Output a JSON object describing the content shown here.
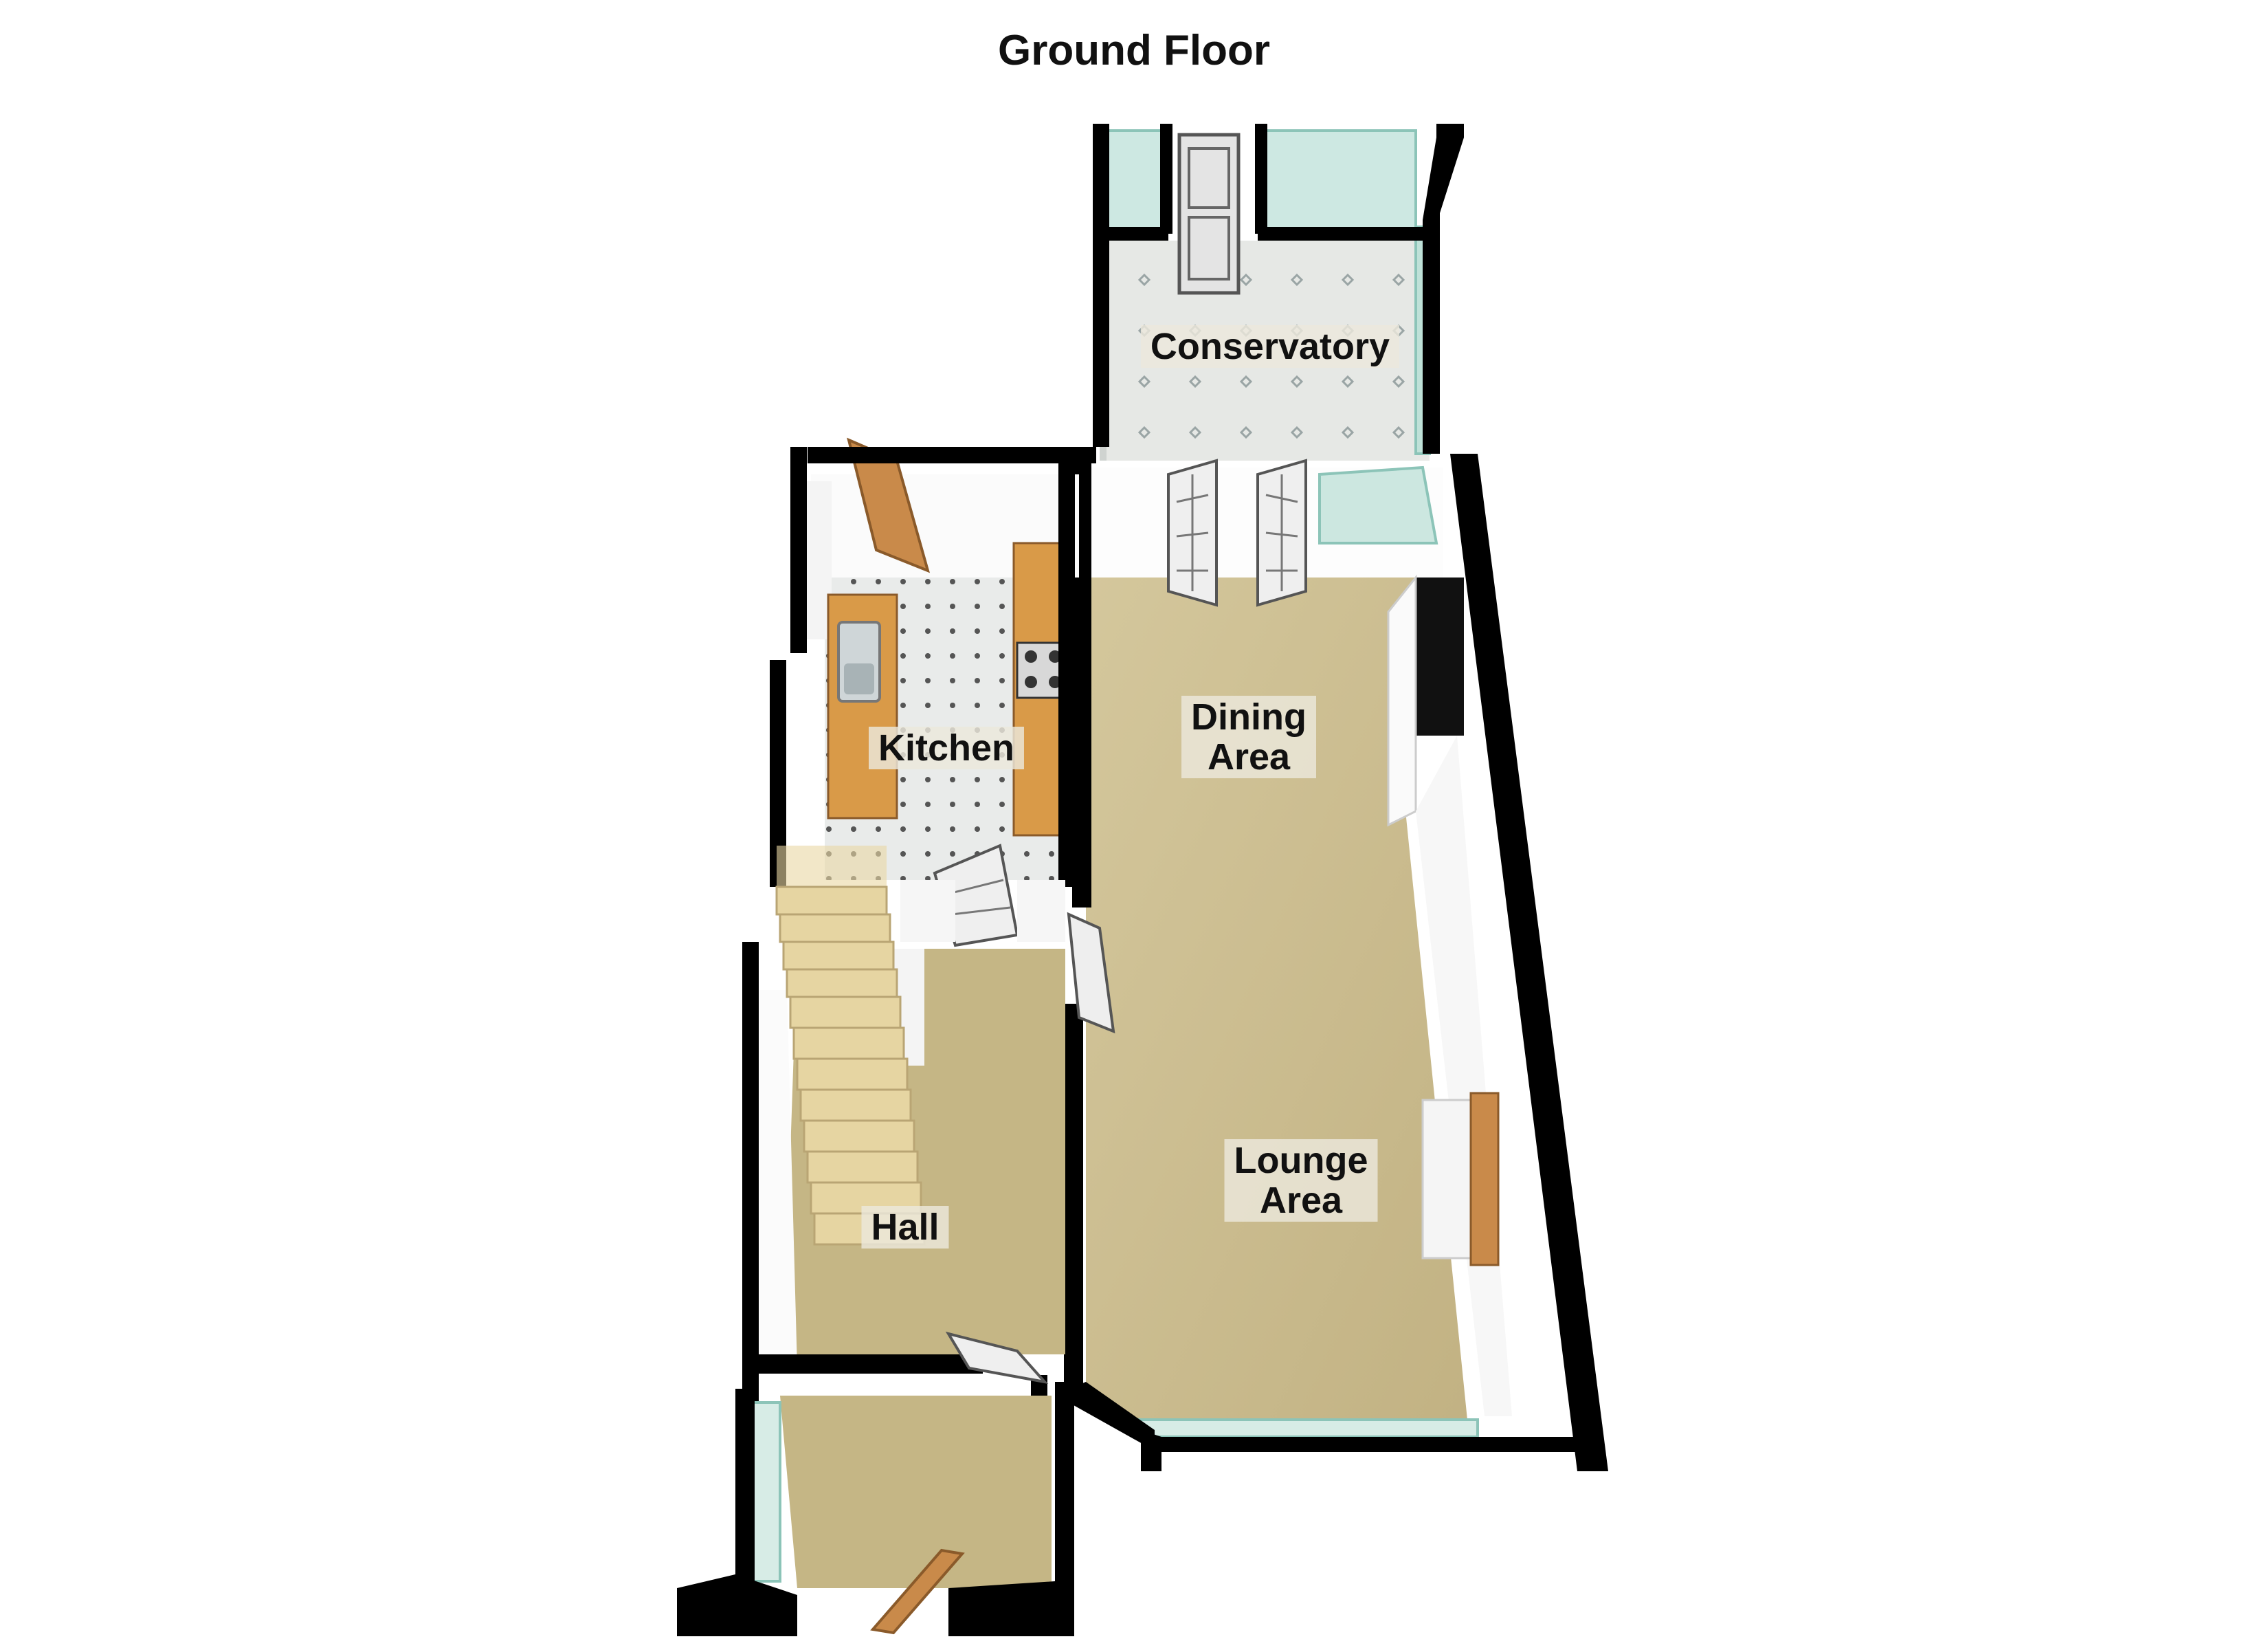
{
  "title": "Ground Floor",
  "rooms": {
    "conservatory": "Conservatory",
    "kitchen": "Kitchen",
    "dining": [
      "Dining",
      "Area"
    ],
    "lounge": [
      "Lounge",
      "Area"
    ],
    "hall": "Hall"
  },
  "colors": {
    "wall": "#000000",
    "carpet": "#cdbf92",
    "tile_floor": "#e4e6e3",
    "worktop": "#d99a48",
    "door": "#c98a4a",
    "glass": "#a9d6cc",
    "interior_wall": "#ffffff"
  }
}
